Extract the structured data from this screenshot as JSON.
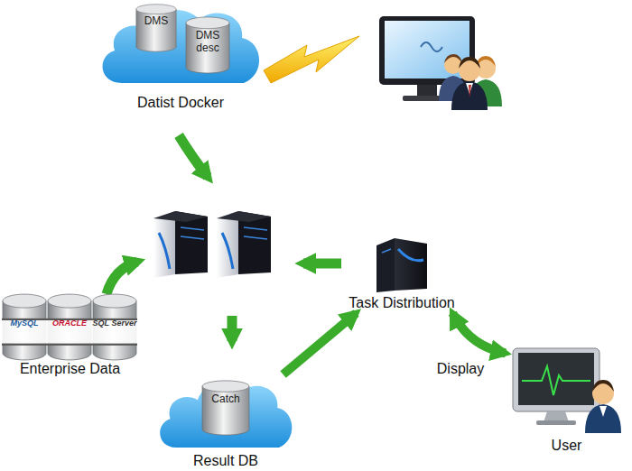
{
  "diagram": {
    "nodes": [
      {
        "text": [
          "Datist Docker"
        ]
      },
      {
        "text": [
          "DMS"
        ],
        "in": 0
      },
      {
        "text": [
          "DMS desc"
        ],
        "in": 0
      },
      {
        "text": [
          "Task Distribution"
        ]
      },
      {
        "text": [
          "MySQL"
        ]
      },
      {
        "text": [
          "ORACLE"
        ]
      },
      {
        "text": [
          "SQL Server"
        ]
      },
      {
        "text": [
          "Result DB"
        ]
      },
      {
        "text": [
          "Catch"
        ],
        "in": 7
      },
      {
        "text": [
          "User"
        ]
      }
    ],
    "edges": [
      {
        "from": 7,
        "to": 3,
        "arrow": "to"
      },
      {
        "from": 3,
        "to": 9,
        "label": "Display",
        "arrow": "both"
      }
    ],
    "labels": [
      "Enterprise Data"
    ]
  }
}
